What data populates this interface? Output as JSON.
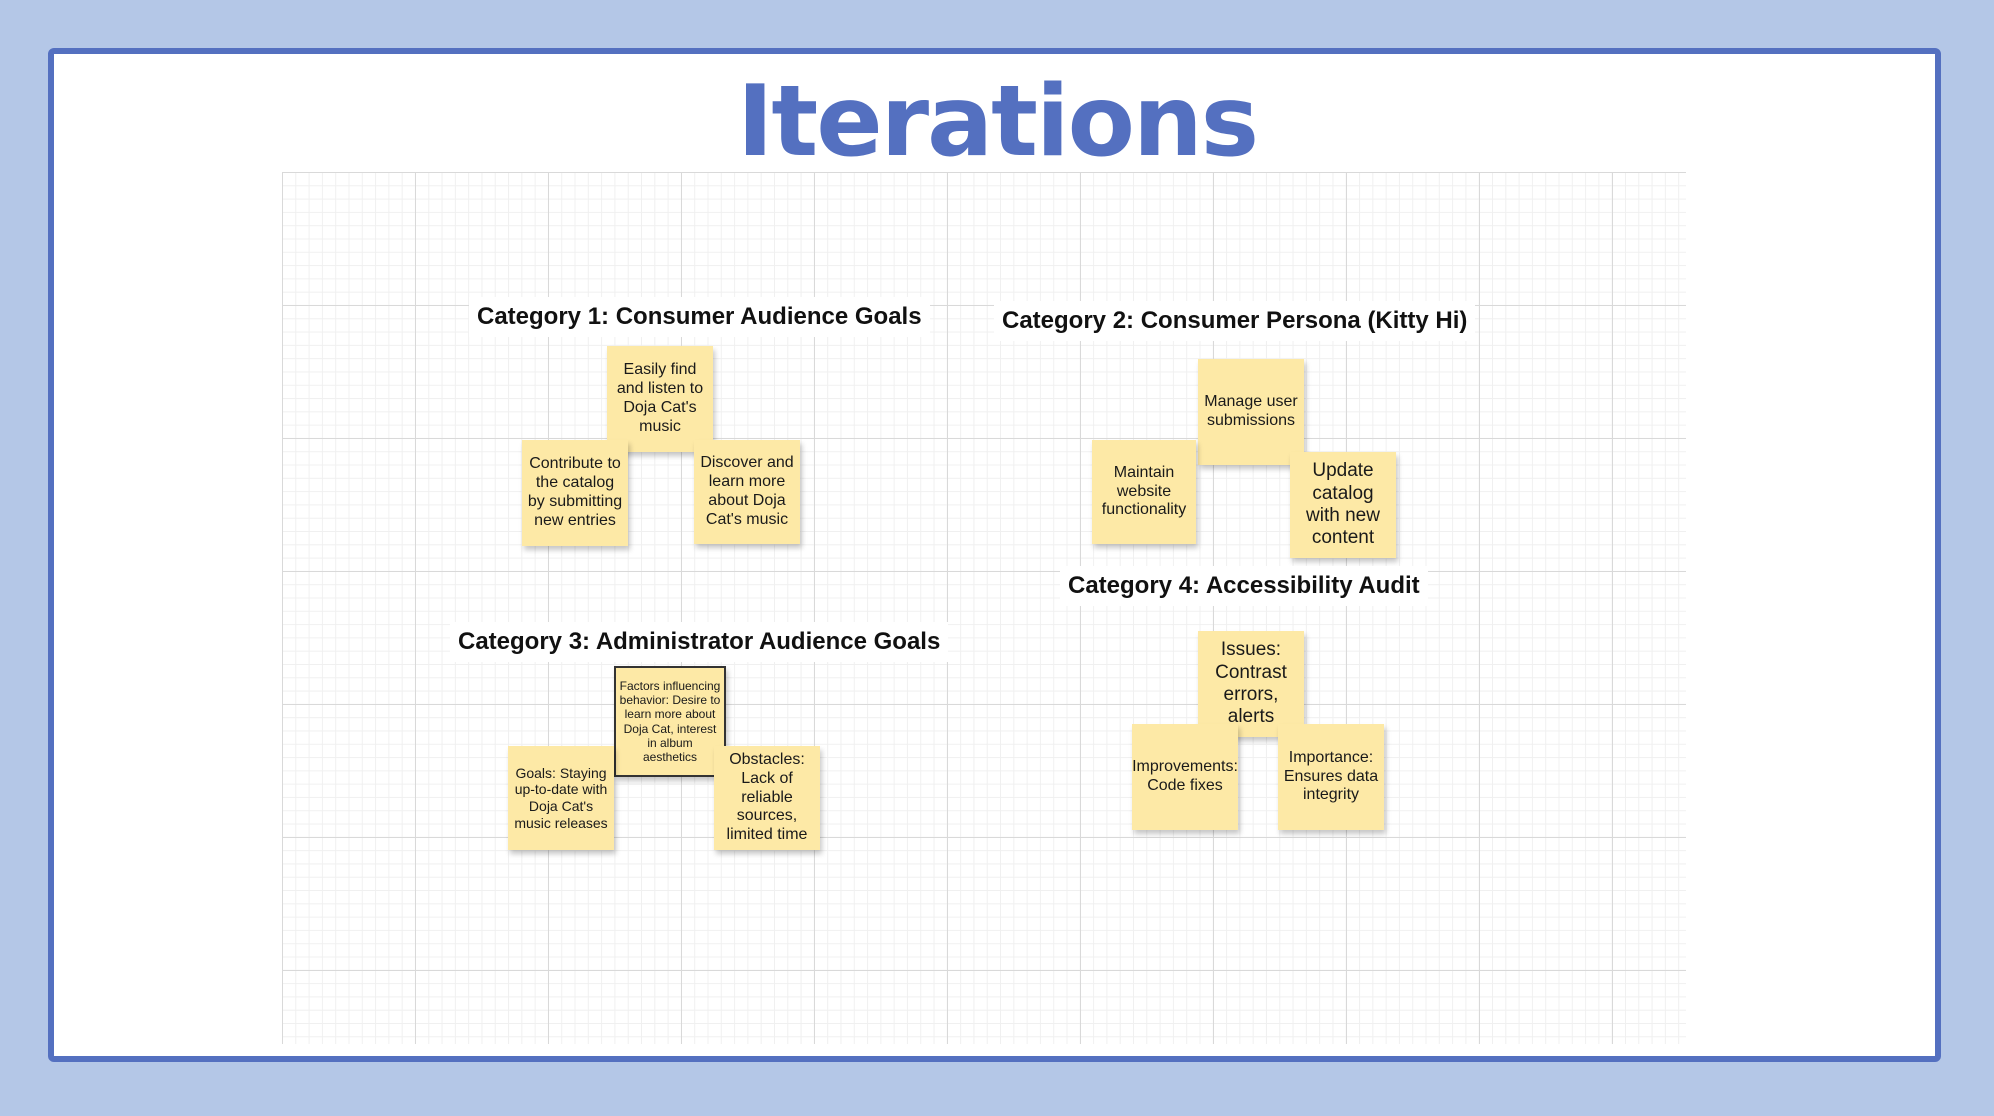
{
  "title": "Iterations",
  "categories": {
    "cat1": {
      "heading": "Category 1: Consumer Audience Goals",
      "notes": [
        "Easily find and listen to Doja Cat's music",
        "Contribute to the catalog by submitting new entries",
        "Discover and learn more about Doja Cat's music"
      ]
    },
    "cat2": {
      "heading": "Category 2: Consumer Persona (Kitty Hi)",
      "notes": [
        "Manage user submissions",
        "Maintain website functionality",
        "Update catalog with new content"
      ]
    },
    "cat3": {
      "heading": "Category 3: Administrator Audience Goals",
      "notes": [
        "Factors influencing behavior: Desire to learn more about Doja Cat, interest in album aesthetics",
        "Goals: Staying up-to-date with Doja Cat's music releases",
        "Obstacles: Lack of reliable sources, limited time"
      ]
    },
    "cat4": {
      "heading": "Category 4: Accessibility Audit",
      "notes": [
        "Issues: Contrast errors, alerts",
        "Improvements: Code fixes",
        "Importance: Ensures data integrity"
      ]
    }
  },
  "colors": {
    "background": "#b4c7e7",
    "accent": "#5470c0",
    "sticky": "#fde9a6"
  }
}
